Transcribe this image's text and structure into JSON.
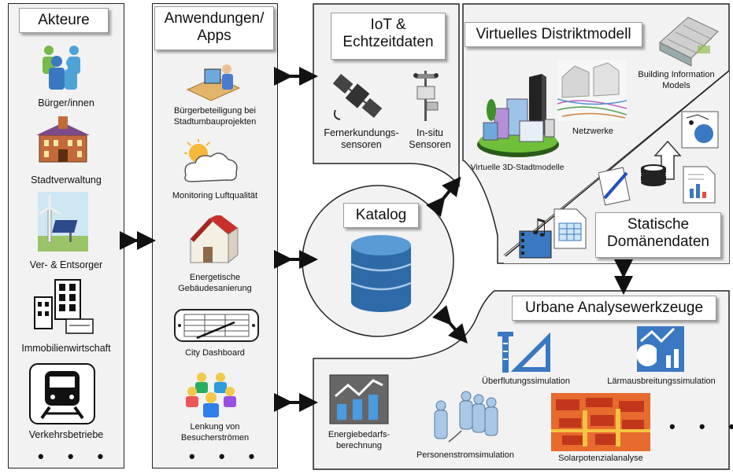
{
  "actors": {
    "title": "Akteure",
    "items": [
      "Bürger/innen",
      "Stadtverwaltung",
      "Ver- & Entsorger",
      "Immobilienwirtschaft",
      "Verkehrsbetriebe"
    ],
    "more": "• • •"
  },
  "apps": {
    "title_line1": "Anwendungen/",
    "title_line2": "Apps",
    "items": [
      {
        "line1": "Bürgerbeteiligung bei",
        "line2": "Stadtumbauprojekten"
      },
      {
        "line1": "Monitoring Luftqualität",
        "line2": ""
      },
      {
        "line1": "Energetische",
        "line2": "Gebäudesanierung"
      },
      {
        "line1": "City Dashboard",
        "line2": ""
      },
      {
        "line1": "Lenkung von",
        "line2": "Besucherströmen"
      }
    ],
    "more": "• • •"
  },
  "iot": {
    "title_line1": "IoT &",
    "title_line2": "Echtzeitdaten",
    "remote_line1": "Fernerkundungs-",
    "remote_line2": "sensoren",
    "insitu_line1": "In-situ",
    "insitu_line2": "Sensoren"
  },
  "district": {
    "title": "Virtuelles  Distriktmodell",
    "bim_line1": "Building Information",
    "bim_line2": "Models",
    "networks": "Netzwerke",
    "city3d": "Virtuelle 3D-Stadtmodelle"
  },
  "static": {
    "title_line1": "Statische",
    "title_line2": "Domänendaten"
  },
  "catalog": {
    "title": "Katalog"
  },
  "analysis": {
    "title": "Urbane Analysewerkzeuge",
    "flood": "Überflutungssimulation",
    "noise": "Lärmausbreitungssimulation",
    "energy_line1": "Energiebedarfs-",
    "energy_line2": "berechnung",
    "people": "Personenstromsimulation",
    "solar": "Solarpotenzialanalyse",
    "more": "• • •"
  },
  "colors": {
    "panel": "#f2f2f2",
    "blue": "#3a78c2",
    "border": "#222222"
  }
}
